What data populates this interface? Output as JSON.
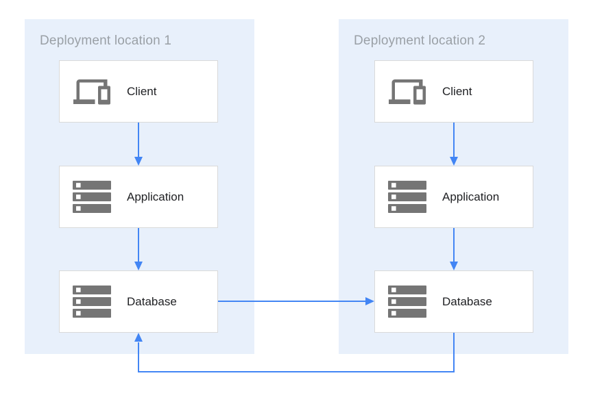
{
  "diagram": {
    "zones": [
      {
        "title": "Deployment location 1",
        "nodes": [
          {
            "id": "client-1",
            "label": "Client",
            "icon": "devices-icon"
          },
          {
            "id": "application-1",
            "label": "Application",
            "icon": "server-stack-icon"
          },
          {
            "id": "database-1",
            "label": "Database",
            "icon": "server-stack-icon"
          }
        ]
      },
      {
        "title": "Deployment location 2",
        "nodes": [
          {
            "id": "client-2",
            "label": "Client",
            "icon": "devices-icon"
          },
          {
            "id": "application-2",
            "label": "Application",
            "icon": "server-stack-icon"
          },
          {
            "id": "database-2",
            "label": "Database",
            "icon": "server-stack-icon"
          }
        ]
      }
    ],
    "edges": [
      {
        "from": "client-1",
        "to": "application-1",
        "direction": "down"
      },
      {
        "from": "application-1",
        "to": "database-1",
        "direction": "down"
      },
      {
        "from": "client-2",
        "to": "application-2",
        "direction": "down"
      },
      {
        "from": "application-2",
        "to": "database-2",
        "direction": "down"
      },
      {
        "from": "database-1",
        "to": "database-2",
        "direction": "right"
      },
      {
        "from": "database-2",
        "to": "database-1",
        "direction": "bottom-loop-left-up"
      }
    ]
  },
  "colors": {
    "zone_bg": "#E8F0FB",
    "arrow": "#4285F4",
    "box_bg": "#FFFFFF",
    "box_border": "#D9D9D9",
    "icon_gray": "#757575",
    "zone_title": "#9AA0A6",
    "label": "#202124",
    "page_bg": "#FFFFFF"
  }
}
